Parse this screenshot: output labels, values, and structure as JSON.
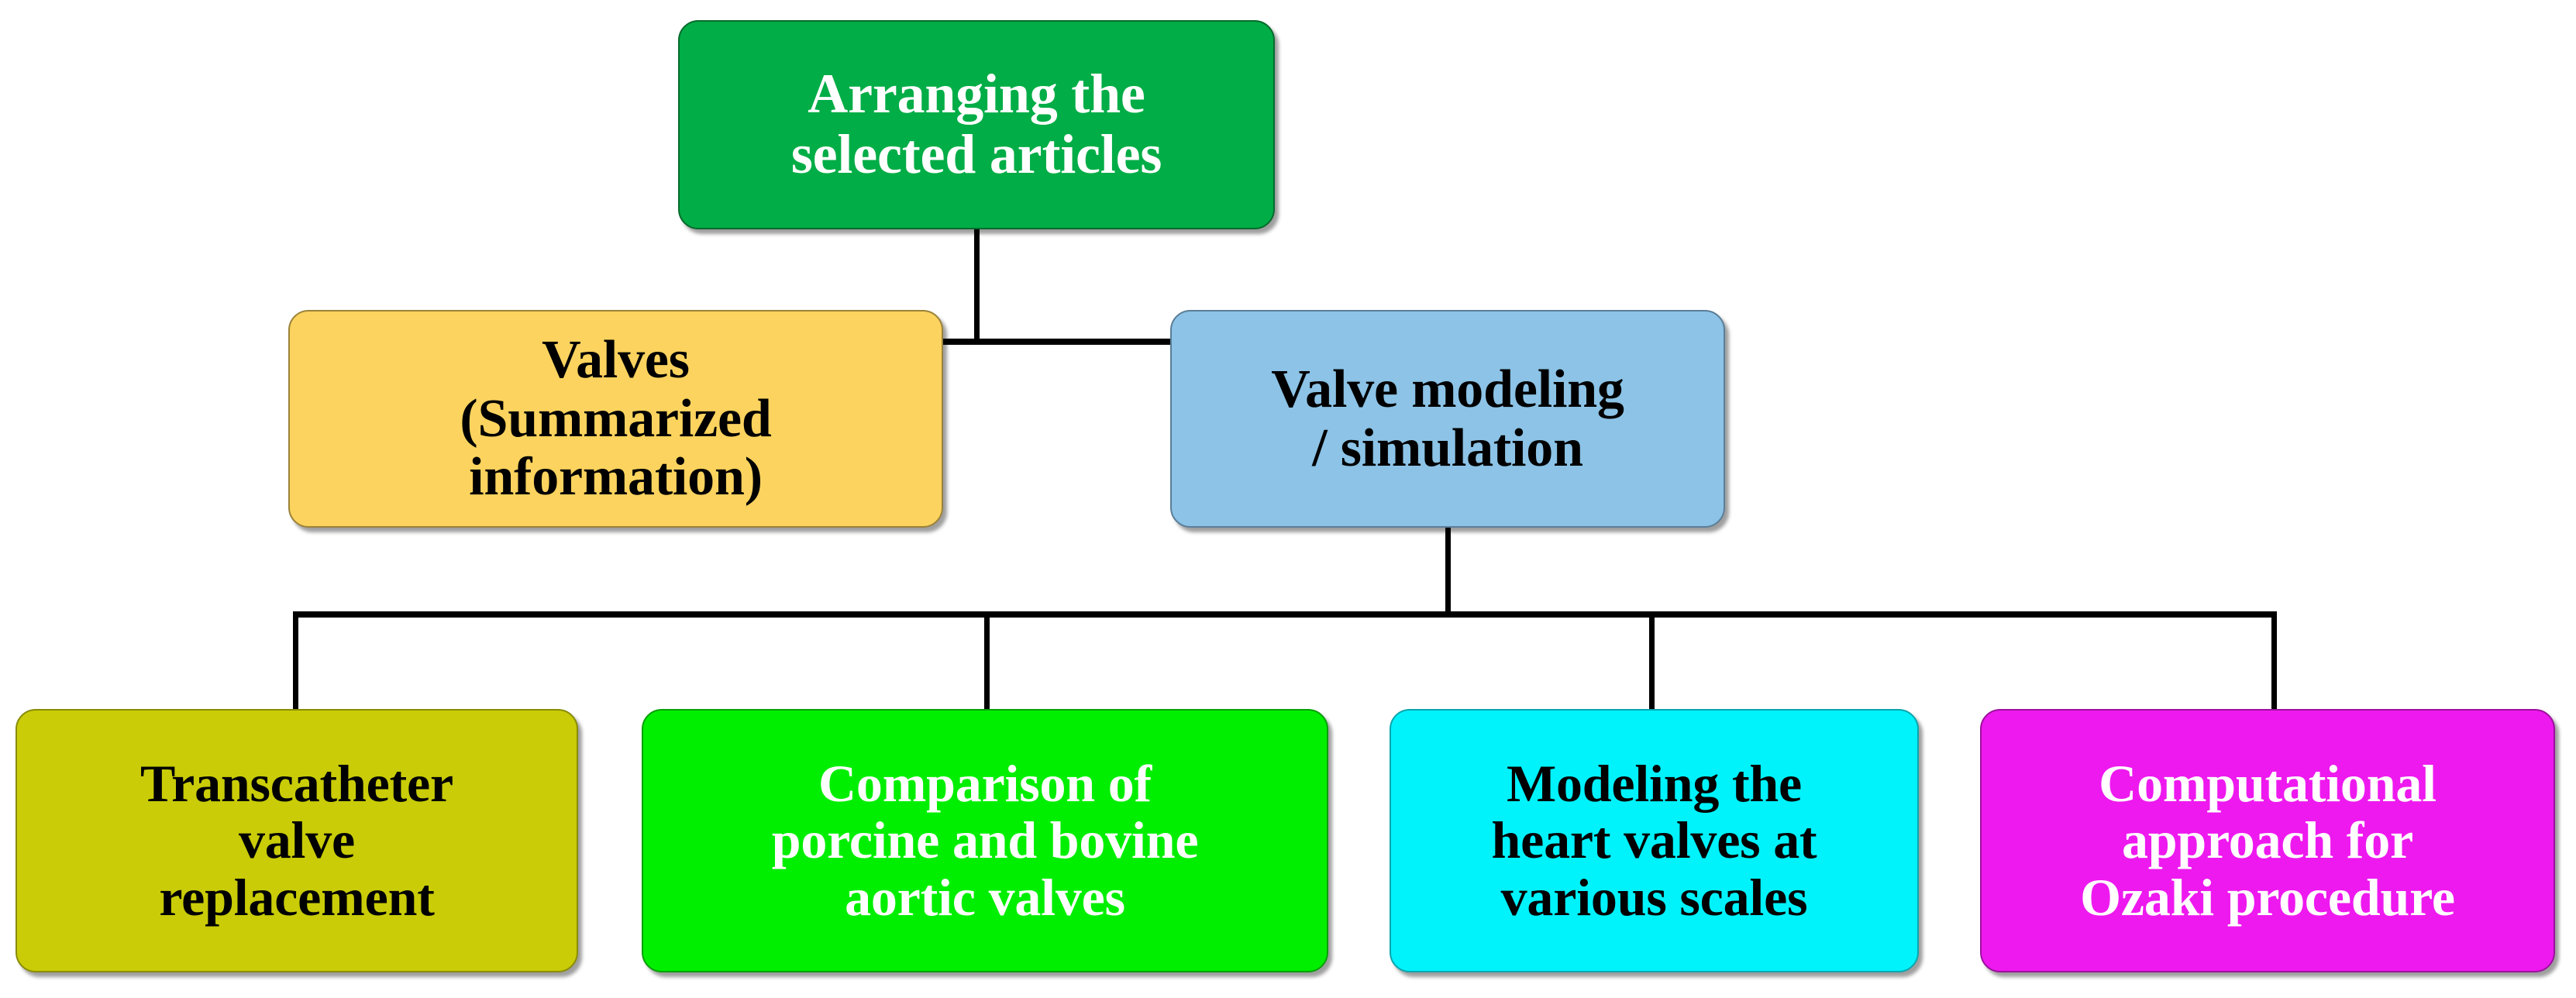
{
  "diagram": {
    "title": "Arranging the selected articles",
    "background_color": "#ffffff",
    "connector_color": "#000000",
    "nodes": {
      "root": {
        "label": "Arranging the\nselected articles",
        "fill": "#00ad46",
        "text_color": "#ffffff"
      },
      "valves": {
        "label": "Valves\n(Summarized\ninformation)",
        "fill": "#fbd35e",
        "text_color": "#000000"
      },
      "modeling": {
        "label": "Valve modeling\n/ simulation",
        "fill": "#8cc3e6",
        "text_color": "#000000"
      },
      "tavr": {
        "label": "Transcatheter\nvalve\nreplacement",
        "fill": "#c9cc07",
        "text_color": "#000000"
      },
      "porcine": {
        "label": "Comparison of\nporcine and bovine\naortic valves",
        "fill": "#00ef00",
        "text_color": "#ffffff"
      },
      "scales": {
        "label": "Modeling the\nheart valves at\nvarious scales",
        "fill": "#00f2fb",
        "text_color": "#000000"
      },
      "ozaki": {
        "label": "Computational\napproach for\nOzaki procedure",
        "fill": "#ee19ef",
        "text_color": "#ffffff"
      }
    },
    "edges": [
      {
        "from": "root",
        "to": "valves"
      },
      {
        "from": "root",
        "to": "modeling"
      },
      {
        "from": "modeling",
        "to": "tavr"
      },
      {
        "from": "modeling",
        "to": "porcine"
      },
      {
        "from": "modeling",
        "to": "scales"
      },
      {
        "from": "modeling",
        "to": "ozaki"
      }
    ]
  }
}
